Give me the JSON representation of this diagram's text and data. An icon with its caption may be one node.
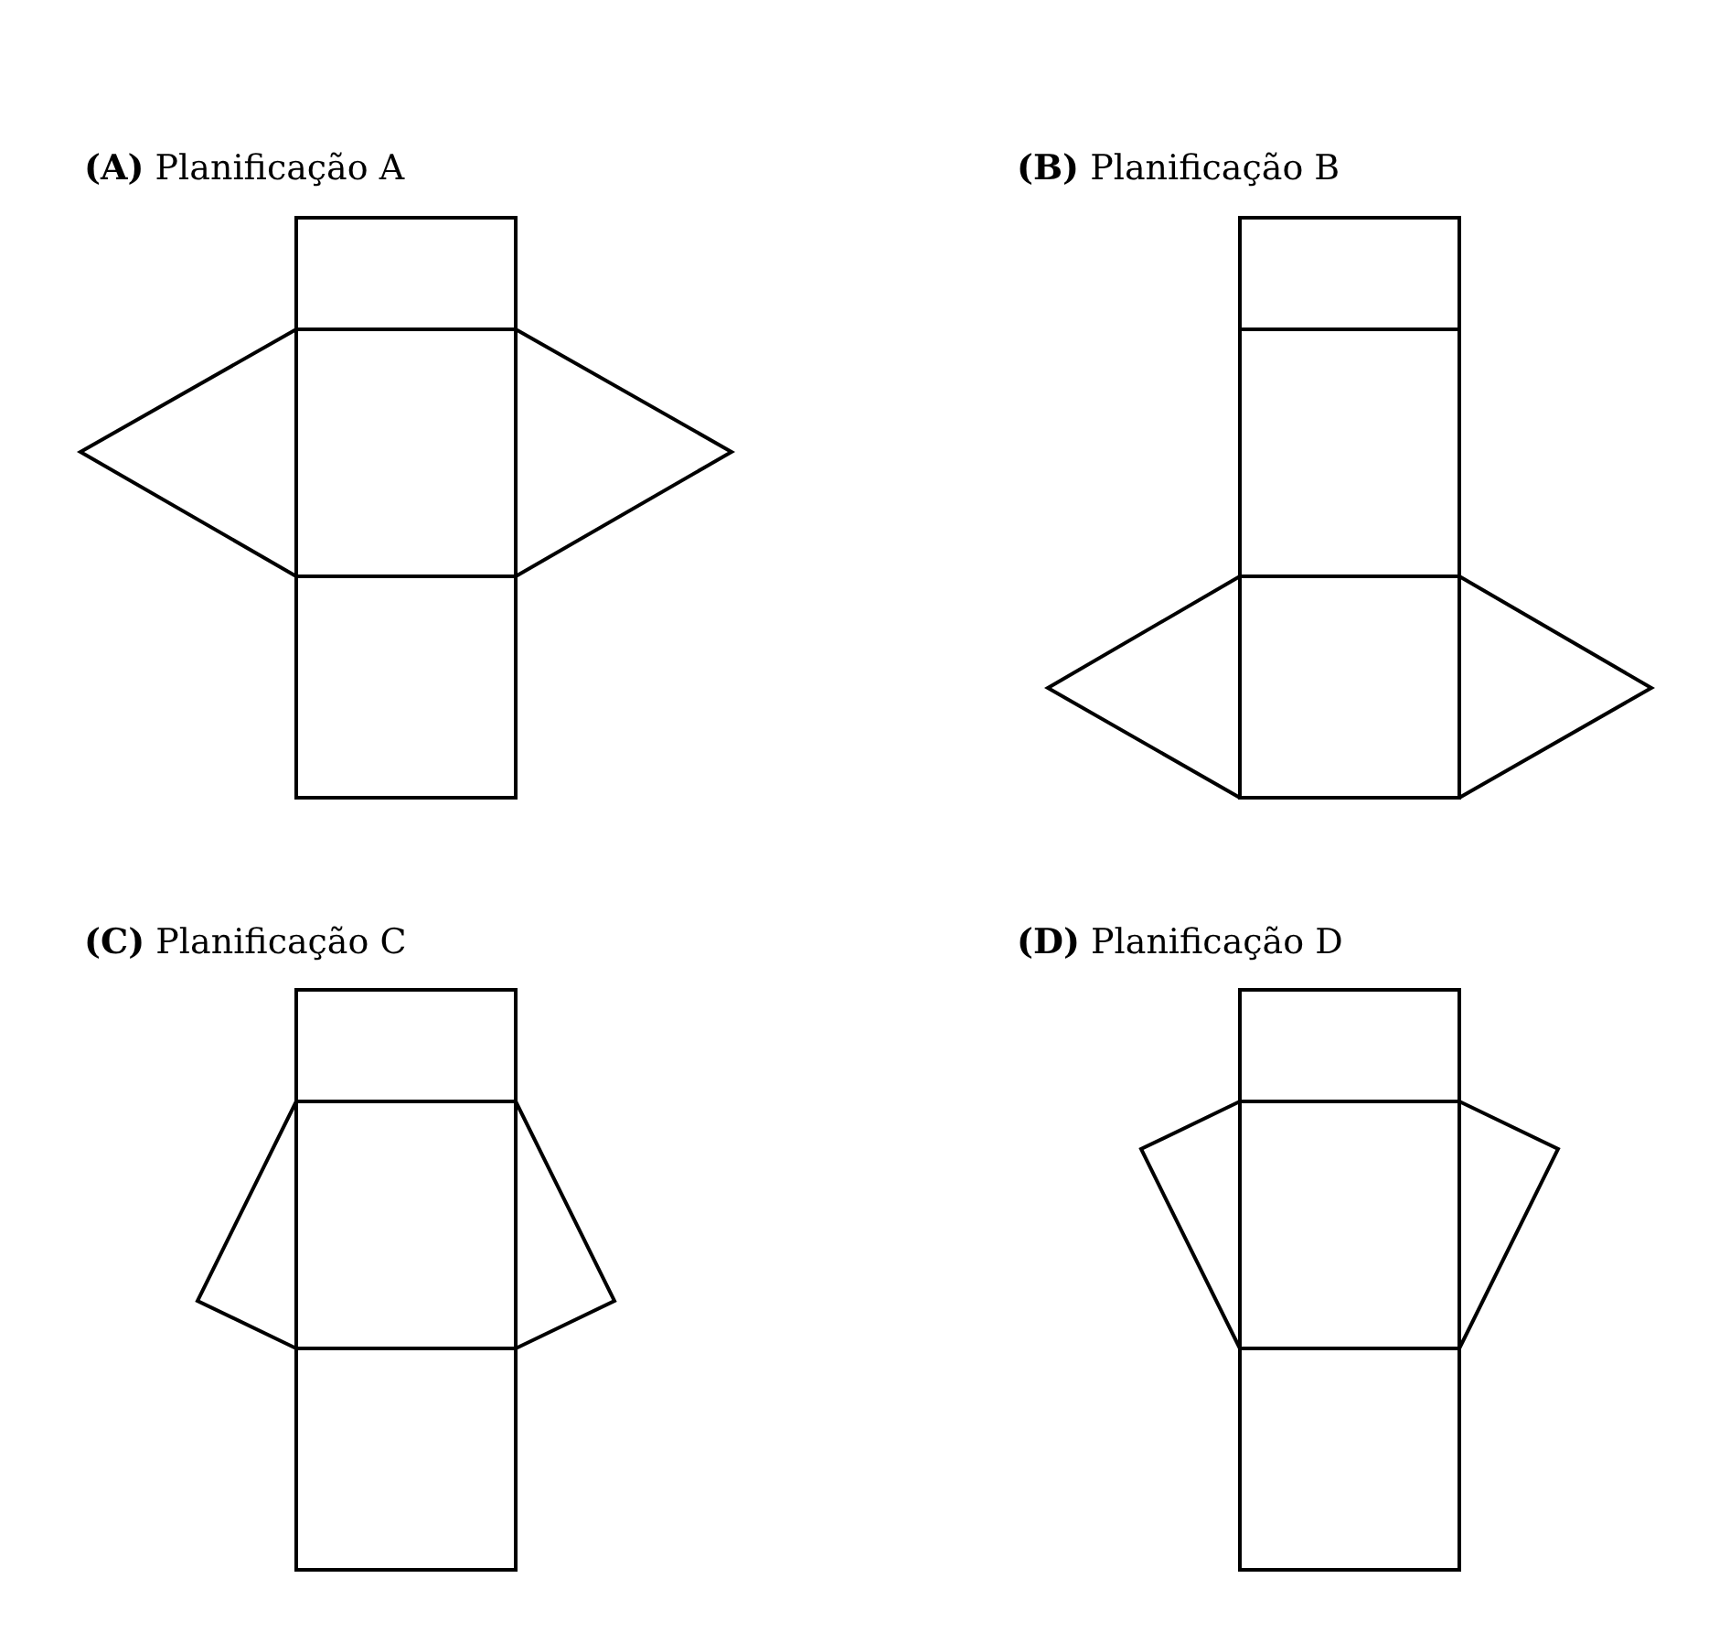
{
  "diagram": {
    "labels": [
      "**(A)** Planificação A",
      "**(B)** Planificação B",
      "**(C)** Planificação C",
      "**(D)** Planificação D"
    ]
  }
}
